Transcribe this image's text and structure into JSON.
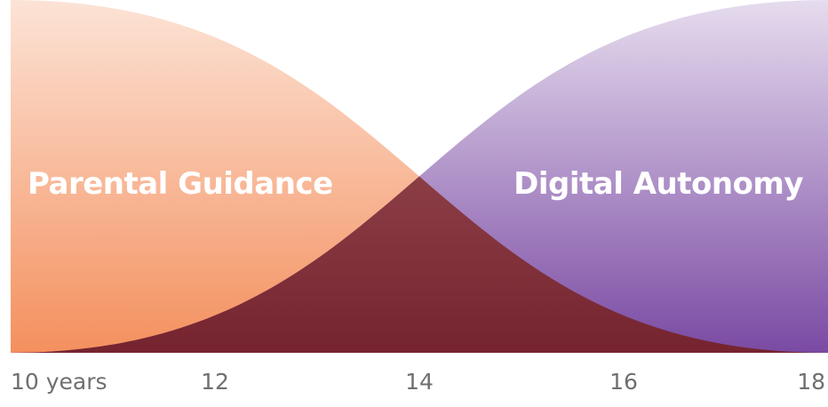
{
  "chart_data": {
    "type": "area",
    "x": [
      10,
      12,
      14,
      16,
      18
    ],
    "xticks": [
      "10 years",
      "12",
      "14",
      "16",
      "18"
    ],
    "xlim": [
      10,
      18
    ],
    "ylim": [
      0,
      1
    ],
    "series": [
      {
        "name": "Parental Guidance",
        "shape": "decreasing",
        "values": [
          1.0,
          0.85,
          0.5,
          0.15,
          0.0
        ],
        "color_top": "#fce3d6",
        "color_bottom": "#f4905e"
      },
      {
        "name": "Digital Autonomy",
        "shape": "increasing",
        "values": [
          0.0,
          0.15,
          0.5,
          0.85,
          1.0
        ],
        "color_top": "#e6dcee",
        "color_bottom": "#7a4aa3"
      }
    ],
    "overlap_color_top": "#a2565a",
    "overlap_color_bottom": "#75242f",
    "grid": false,
    "legend": "inline"
  }
}
